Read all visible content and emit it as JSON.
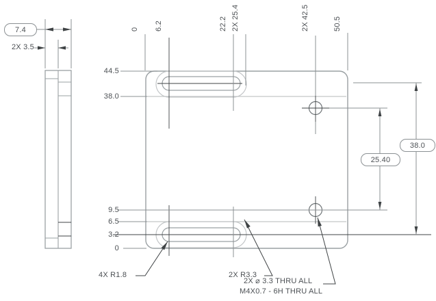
{
  "drawing": {
    "type": "engineering-drawing",
    "colors": {
      "part_edge": "#9aa0a3",
      "recess_edge": "#c3c6c8",
      "dimension_line": "#8b9093",
      "centerline": "#3f4345",
      "text": "#4c5054",
      "background": "#ffffff"
    },
    "side_view": {
      "thickness_dim": "7.4",
      "step_dim": "2X 3.5"
    },
    "front_view": {
      "ordinates_top": [
        {
          "label": "0"
        },
        {
          "label": "6.2"
        },
        {
          "label": "22.2"
        },
        {
          "label": "2X 25.4"
        },
        {
          "label": "2X 42.5"
        },
        {
          "label": "50.5"
        }
      ],
      "ordinates_left": [
        {
          "label": "44.5"
        },
        {
          "label": "38.0"
        },
        {
          "label": "9.5"
        },
        {
          "label": "6.5"
        },
        {
          "label": "3.2"
        },
        {
          "label": "0"
        }
      ],
      "dim_hole_spacing": "25.40",
      "dim_slot_spacing": "38.0",
      "callout_slot_end_radius": "4X R1.8",
      "callout_slot_outer_radius": "2X R3.3",
      "hole_note_line1": "2X ⌀ 3.3 THRU ALL",
      "hole_note_line2": "M4X0.7 - 6H THRU ALL"
    }
  }
}
